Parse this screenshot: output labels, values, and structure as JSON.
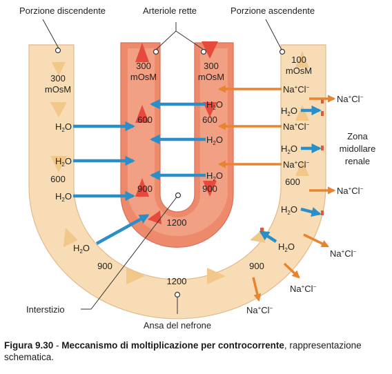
{
  "labels": {
    "descending": "Porzione discendente",
    "vasa_recta": "Arteriole rette",
    "ascending": "Porzione ascendente",
    "zone_line1": "Zona",
    "zone_line2": "midollare",
    "zone_line3": "renale",
    "interstitium": "Interstizio",
    "loop": "Ansa del nefrone"
  },
  "osmolarity": {
    "desc_top": "300",
    "unit": "mOsM",
    "desc_mid": "600",
    "vasa_left_top": "300",
    "vasa_right_top": "300",
    "vasa_left_600": "600",
    "vasa_right_600": "600",
    "vasa_left_900": "900",
    "vasa_right_900": "900",
    "vasa_bottom": "1200",
    "asc_top": "100",
    "asc_mid": "600",
    "loop_left": "900",
    "loop_right": "900",
    "loop_bottom": "1200"
  },
  "chem": {
    "h2o_h": "H",
    "h2o_sub": "2",
    "h2o_o": "O",
    "na": "Na",
    "plus": "+",
    "cl": "Cl",
    "minus": "−"
  },
  "caption": {
    "figure": "Figura 9.30",
    "dash": " - ",
    "title": "Meccanismo di moltiplicazione per controcorrente",
    "rest": ", rappresentazione schematica."
  },
  "colors": {
    "tubule": "#f7dcb5",
    "tubule_edge": "#e3b98a",
    "vessel": "#ee8a6c",
    "vessel_light": "#f2a083",
    "water_arrow": "#2a8fc9",
    "salt_arrow": "#e8842e",
    "flow_arrow_tubule": "#f2c78a",
    "flow_arrow_vessel": "#e64a3c"
  }
}
